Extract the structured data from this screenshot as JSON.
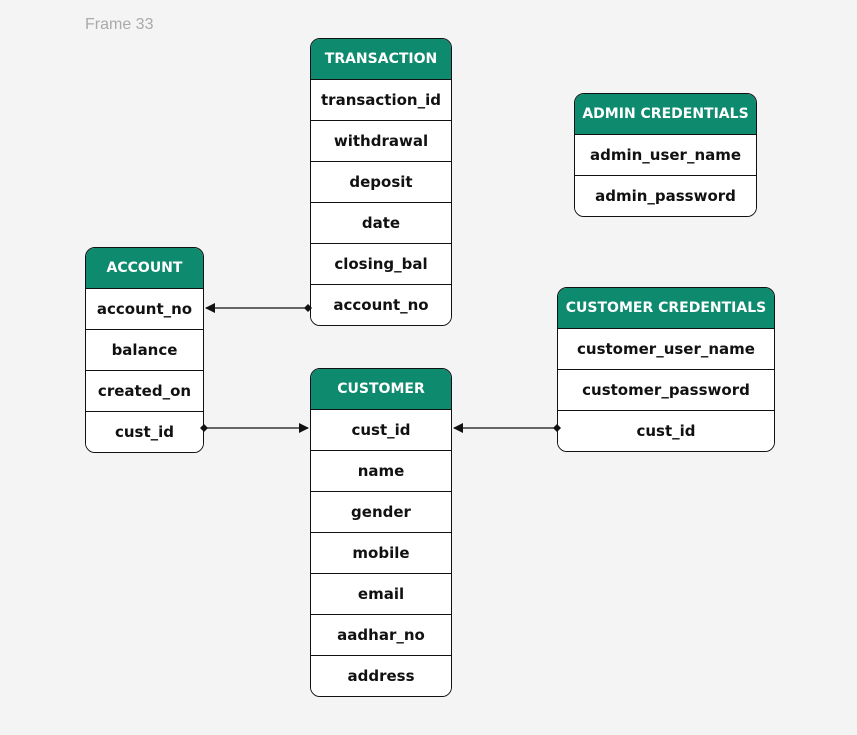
{
  "frame": {
    "label": "Frame 33"
  },
  "entities": {
    "transaction": {
      "title": "TRANSACTION",
      "fields": [
        "transaction_id",
        "withdrawal",
        "deposit",
        "date",
        "closing_bal",
        "account_no"
      ]
    },
    "admin_credentials": {
      "title": "ADMIN CREDENTIALS",
      "fields": [
        "admin_user_name",
        "admin_password"
      ]
    },
    "account": {
      "title": "ACCOUNT",
      "fields": [
        "account_no",
        "balance",
        "created_on",
        "cust_id"
      ]
    },
    "customer_credentials": {
      "title": "CUSTOMER CREDENTIALS",
      "fields": [
        "customer_user_name",
        "customer_password",
        "cust_id"
      ]
    },
    "customer": {
      "title": "CUSTOMER",
      "fields": [
        "cust_id",
        "name",
        "gender",
        "mobile",
        "email",
        "aadhar_no",
        "address"
      ]
    }
  },
  "colors": {
    "header": "#0e8a6e",
    "background": "#f4f4f4",
    "line": "#111111"
  }
}
